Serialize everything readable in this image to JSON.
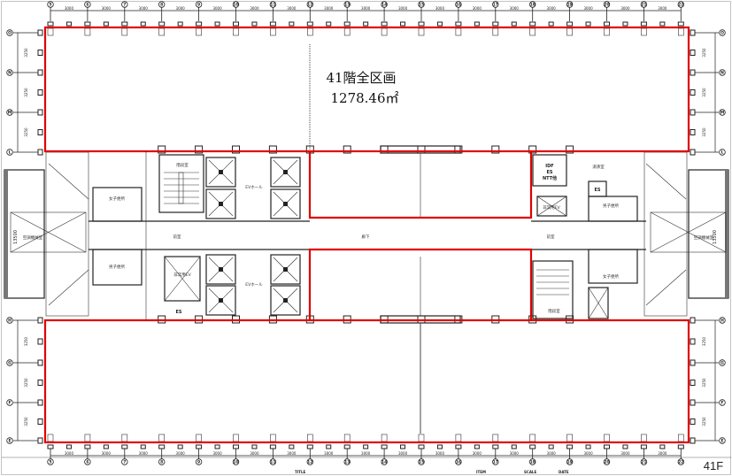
{
  "plan": {
    "floor_title": "41階全区画",
    "area": "1278.46㎡",
    "floor_code": "41F",
    "columns": [
      "5",
      "6",
      "7",
      "8",
      "9",
      "10",
      "11",
      "12",
      "13",
      "14",
      "15",
      "16",
      "17",
      "18",
      "19",
      "20",
      "21",
      "22"
    ],
    "rows_top": [
      "O",
      "N",
      "M",
      "L"
    ],
    "rows_bottom": [
      "H",
      "G",
      "F",
      "E"
    ],
    "column_span": "3000",
    "row_span": "3250",
    "wing_span": "13500",
    "title_block": {
      "title": "TITLE",
      "item": "ITEM",
      "scale": "SCALE",
      "date": "DATE"
    },
    "rooms": {
      "stair_left": "階段室",
      "ev_hall_top": "EVホール",
      "ev_hall_bottom": "EVホール",
      "vestibule_left": "前室",
      "corridor": "廊下",
      "vestibule_right": "前室",
      "emergency_ev_left": "非常用EV",
      "es_left": "ES",
      "idf": "IDF",
      "idf_es": "ES",
      "idf_ntt": "NTT他",
      "emergency_ev_right": "非常用EV",
      "kitchenette": "湯沸室",
      "es_right": "ES",
      "mens_right": "男子便所",
      "womens_right": "女子便所",
      "womens_left": "女子便所",
      "mens_left": "男子便所",
      "ahu_left": "空調機械室",
      "ahu_right": "空調機械室",
      "stair_right": "階段室"
    },
    "colors": {
      "boundary": "#e00000",
      "wall": "#222222"
    }
  }
}
